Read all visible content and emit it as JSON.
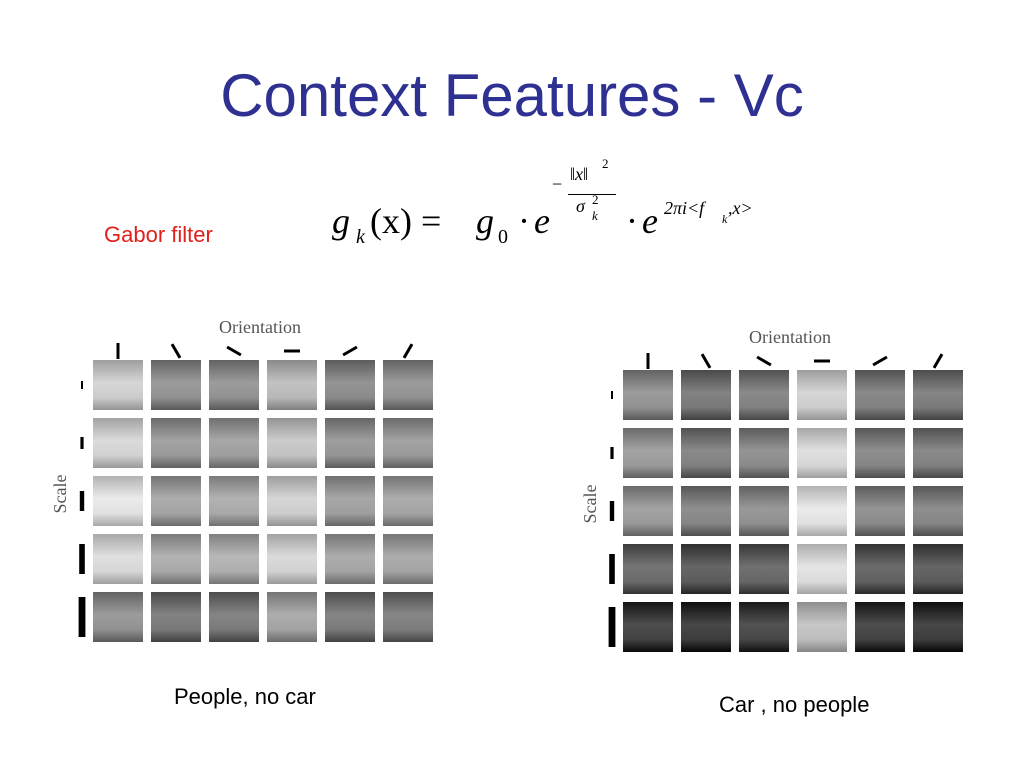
{
  "slide": {
    "title": "Context Features - Vc",
    "gabor_label": "Gabor filter",
    "title_color": "#2e3192",
    "label_color": "#e0201b"
  },
  "formula": {
    "lhs_g": "g",
    "lhs_sub_k": "k",
    "lhs_arg": "(x) = ",
    "g0_g": "g",
    "g0_sub": "0",
    "dot1": "·",
    "e1": "e",
    "exp_minus": "−",
    "exp_num": "‖x‖",
    "exp_num_pow": "2",
    "exp_den": "σ",
    "exp_den_sup": "2",
    "exp_den_sub": "k",
    "dot2": "·",
    "e2": "e",
    "exp2": "2πi<f",
    "exp2_sub": "k",
    "exp2_tail": " ,x>"
  },
  "panels": [
    {
      "axis_top": "Orientation",
      "axis_left": "Scale",
      "caption": "People, no car",
      "orientation_angles": [
        0,
        -30,
        -60,
        90,
        60,
        30
      ],
      "scale_bar_lengths": [
        8,
        12,
        20,
        30,
        40
      ],
      "cell_brightness": [
        [
          0.78,
          0.55,
          0.55,
          0.7,
          0.52,
          0.55
        ],
        [
          0.8,
          0.58,
          0.6,
          0.74,
          0.56,
          0.58
        ],
        [
          0.86,
          0.62,
          0.64,
          0.78,
          0.6,
          0.62
        ],
        [
          0.82,
          0.64,
          0.66,
          0.8,
          0.62,
          0.62
        ],
        [
          0.55,
          0.45,
          0.46,
          0.62,
          0.46,
          0.47
        ]
      ]
    },
    {
      "axis_top": "Orientation",
      "axis_left": "Scale",
      "caption": "Car , no people",
      "orientation_angles": [
        0,
        -30,
        -60,
        90,
        60,
        30
      ],
      "scale_bar_lengths": [
        8,
        12,
        20,
        30,
        40
      ],
      "cell_brightness": [
        [
          0.55,
          0.45,
          0.48,
          0.78,
          0.48,
          0.46
        ],
        [
          0.58,
          0.48,
          0.52,
          0.82,
          0.5,
          0.48
        ],
        [
          0.58,
          0.5,
          0.54,
          0.86,
          0.52,
          0.5
        ],
        [
          0.4,
          0.34,
          0.38,
          0.84,
          0.36,
          0.34
        ],
        [
          0.24,
          0.22,
          0.26,
          0.72,
          0.24,
          0.22
        ]
      ]
    }
  ]
}
